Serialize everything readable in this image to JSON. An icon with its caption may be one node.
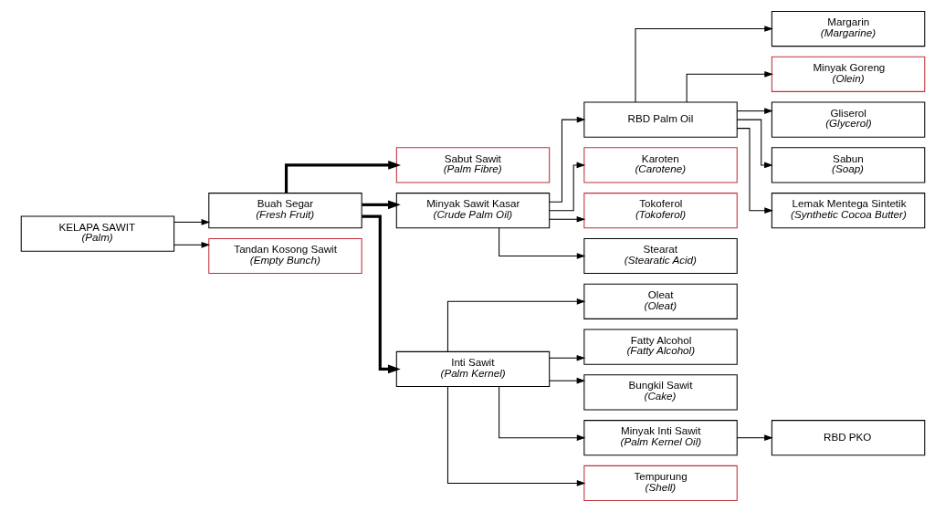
{
  "diagram": {
    "nodes": [
      {
        "text": [
          "KELAPA SAWIT",
          "(Palm)"
        ]
      },
      {
        "text": [
          "Buah Segar",
          "(Fresh Fruit)"
        ]
      },
      {
        "text": [
          "Sabut Sawit",
          "(Palm Fibre)"
        ]
      },
      {
        "text": [
          "Minyak Sawit Kasar",
          "(Crude Palm Oil)"
        ]
      },
      {
        "text": [
          "Inti Sawit",
          "(Palm Kernel)"
        ]
      },
      {
        "text": [
          "Tandan Kosong Sawit",
          "(Empty Bunch)"
        ]
      },
      {
        "text": [
          "RBD Palm Oil"
        ]
      },
      {
        "text": [
          "Karoten",
          "(Carotene)"
        ]
      },
      {
        "text": [
          "Tokoferol",
          "(Tokoferol)"
        ]
      },
      {
        "text": [
          "Stearat",
          "(Stearatic Acid)"
        ]
      },
      {
        "text": [
          "Margarin",
          "(Margarine)"
        ]
      },
      {
        "text": [
          "Minyak Goreng",
          "(Olein)"
        ]
      },
      {
        "text": [
          "Gliserol",
          "(Glycerol)"
        ]
      },
      {
        "text": [
          "Sabun",
          "(Soap)"
        ]
      },
      {
        "text": [
          "Lemak Mentega Sintetik",
          "(Synthetic Cocoa Butter)"
        ]
      },
      {
        "text": [
          "Oleat",
          "(Oleat)"
        ]
      },
      {
        "text": [
          "Fatty Alcohol",
          "(Fatty Alcohol)"
        ]
      },
      {
        "text": [
          "Bungkil Sawit",
          "(Cake)"
        ]
      },
      {
        "text": [
          "Minyak Inti Sawit",
          "(Palm Kernel Oil)"
        ]
      },
      {
        "text": [
          "Tempurung",
          "(Shell)"
        ]
      },
      {
        "text": [
          "RBD PKO"
        ]
      }
    ],
    "edges": [
      {
        "from": 0,
        "to": 1,
        "arrow": "to"
      },
      {
        "from": 0,
        "to": 5,
        "arrow": "to"
      },
      {
        "from": 1,
        "to": 2,
        "arrow": "to",
        "style": "thick"
      },
      {
        "from": 1,
        "to": 3,
        "arrow": "to",
        "style": "thick"
      },
      {
        "from": 1,
        "to": 4,
        "arrow": "to",
        "style": "thick"
      },
      {
        "from": 3,
        "to": 6,
        "arrow": "to"
      },
      {
        "from": 3,
        "to": 7,
        "arrow": "to"
      },
      {
        "from": 3,
        "to": 8,
        "arrow": "to"
      },
      {
        "from": 3,
        "to": 9,
        "arrow": "to"
      },
      {
        "from": 6,
        "to": 10,
        "arrow": "to"
      },
      {
        "from": 6,
        "to": 11,
        "arrow": "to"
      },
      {
        "from": 6,
        "to": 12,
        "arrow": "to"
      },
      {
        "from": 6,
        "to": 13,
        "arrow": "to"
      },
      {
        "from": 6,
        "to": 14,
        "arrow": "to"
      },
      {
        "from": 4,
        "to": 15,
        "arrow": "to"
      },
      {
        "from": 4,
        "to": 16,
        "arrow": "to"
      },
      {
        "from": 4,
        "to": 17,
        "arrow": "to"
      },
      {
        "from": 4,
        "to": 18,
        "arrow": "to"
      },
      {
        "from": 4,
        "to": 19,
        "arrow": "to"
      },
      {
        "from": 18,
        "to": 20,
        "arrow": "to"
      }
    ]
  }
}
